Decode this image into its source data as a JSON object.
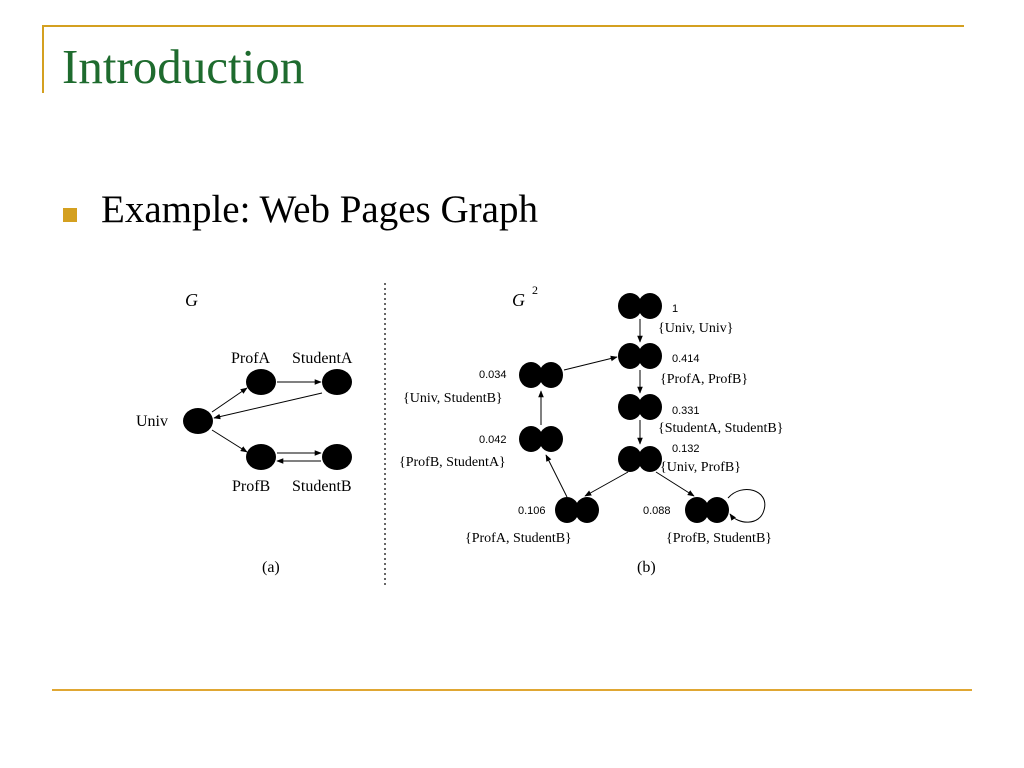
{
  "slide": {
    "title": "Introduction",
    "bullet": "Example: Web Pages Graph"
  },
  "figure_a": {
    "graph_label": "G",
    "caption": "(a)",
    "nodes": {
      "univ": "Univ",
      "profA": "ProfA",
      "studentA": "StudentA",
      "profB": "ProfB",
      "studentB": "StudentB"
    }
  },
  "figure_b": {
    "graph_label": "G",
    "superscript": "2",
    "caption": "(b)",
    "nodes": {
      "n1": {
        "score": "1",
        "pair": "{Univ, Univ}"
      },
      "n2": {
        "score": "0.414",
        "pair": "{ProfA, ProfB}"
      },
      "n3": {
        "score": "0.331",
        "pair": "{StudentA, StudentB}"
      },
      "n4": {
        "score": "0.132",
        "pair": "{Univ, ProfB}"
      },
      "n5": {
        "score": "0.034",
        "pair": "{Univ, StudentB}"
      },
      "n6": {
        "score": "0.042",
        "pair": "{ProfB, StudentA}"
      },
      "n7": {
        "score": "0.106",
        "pair": "{ProfA, StudentB}"
      },
      "n8": {
        "score": "0.088",
        "pair": "{ProfB, StudentB}"
      }
    }
  }
}
